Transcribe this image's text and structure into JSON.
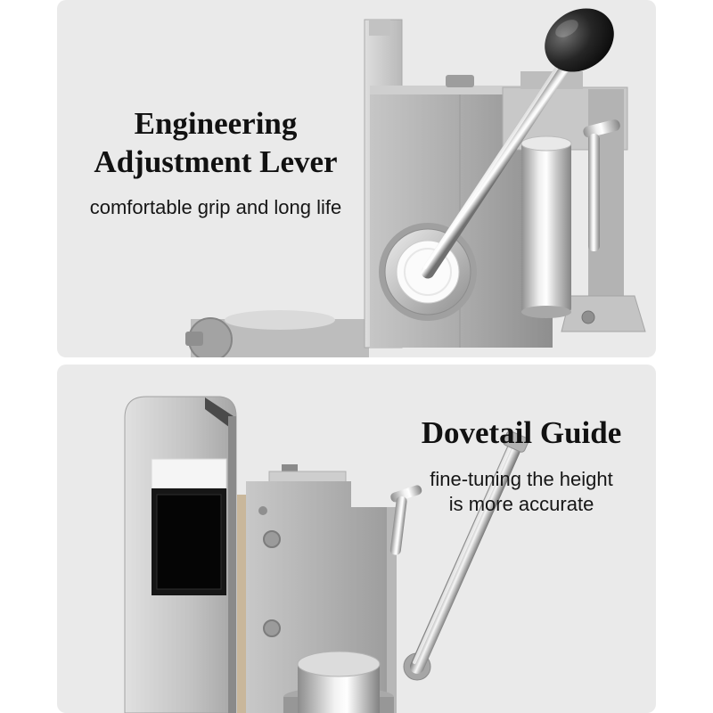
{
  "colors": {
    "page_background": "#ffffff",
    "panel_background": "#eaeaea",
    "text": "#111111",
    "knob_black": "#0a0a0a",
    "metal_light": "#d9d9d9",
    "metal_dark": "#8f8f8f",
    "dovetail_strip_tan": "#c9b79b"
  },
  "top": {
    "title_line1": "Engineering",
    "title_line2": "Adjustment Lever",
    "subtitle": "comfortable grip and long life"
  },
  "bottom": {
    "title": "Dovetail Guide",
    "subtitle_line1": "fine-tuning the height",
    "subtitle_line2": "is more accurate"
  }
}
